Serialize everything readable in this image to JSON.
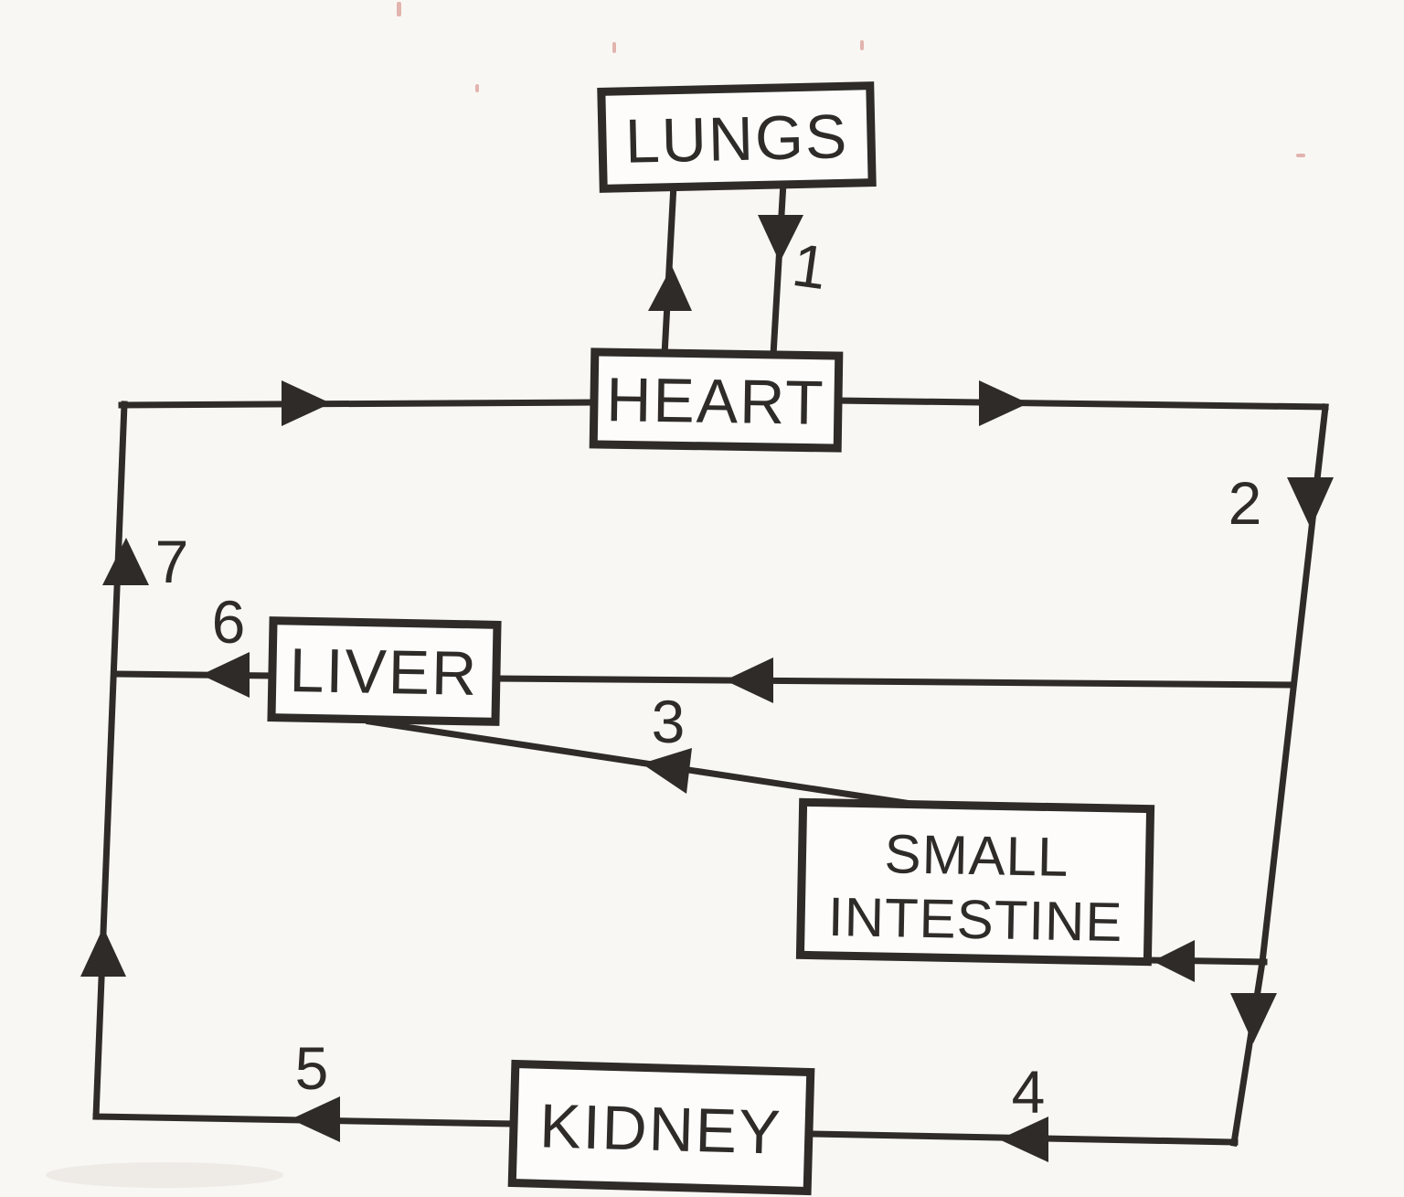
{
  "colors": {
    "page_bg": "#f9f7f3",
    "paper": "#f9f7f3",
    "box_fill": "#fdfcfa",
    "ink": "#2e2b28",
    "artifact_pink": "#cf7d74",
    "artifact_gray": "#d9d5d0"
  },
  "nodes": {
    "lungs": {
      "label": "LUNGS"
    },
    "heart": {
      "label": "HEART"
    },
    "liver": {
      "label": "LIVER"
    },
    "small_intestine": {
      "line1": "SMALL",
      "line2": "INTESTINE"
    },
    "kidney": {
      "label": "KIDNEY"
    }
  },
  "flow_labels": {
    "n1": "1",
    "n2": "2",
    "n3": "3",
    "n4": "4",
    "n5": "5",
    "n6": "6",
    "n7": "7"
  }
}
